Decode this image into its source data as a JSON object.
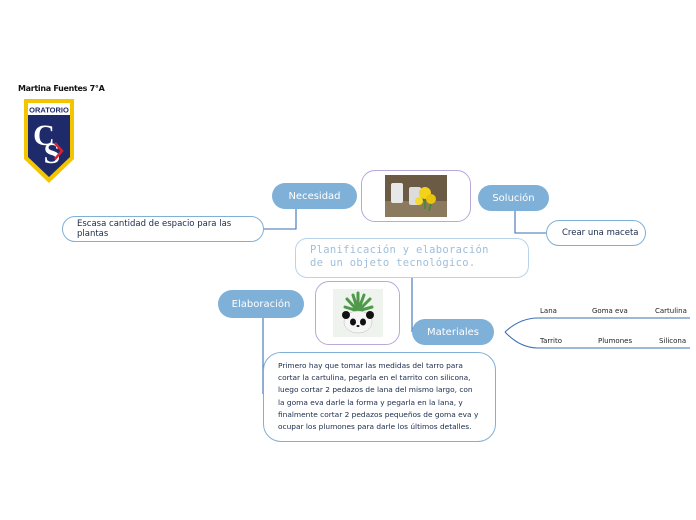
{
  "author": "Martina Fuentes 7°A",
  "logo": {
    "text": "ORATORIO",
    "letters": "CS"
  },
  "central": {
    "line1": "Planificación y elaboración",
    "line2": "de un objeto tecnológico."
  },
  "nodes": {
    "necesidad": "Necesidad",
    "necesidad_detail": "Escasa cantidad de espacio para las plantas",
    "solucion": "Solución",
    "solucion_detail": "Crear una maceta",
    "elaboracion": "Elaboración",
    "elaboracion_detail": "Primero hay que tomar las medidas del tarro para cortar la cartulina, pegarla en el tarrito con silicona, luego cortar 2 pedazos de lana del mismo largo, con la goma eva darle la forma y pegarla en la lana, y finalmente cortar 2 pedazos pequeños de goma eva y ocupar los plumones para darle los últimos detalles.",
    "materiales": "Materiales"
  },
  "materials": [
    "Lana",
    "Goma eva",
    "Cartulina",
    "Tarrito",
    "Plumones",
    "Silicona"
  ],
  "colors": {
    "pill": "#7fb0d8",
    "line": "#3b6fb6",
    "central_text": "#9fbedb",
    "logo_blue": "#1f2a6b",
    "logo_yellow": "#f2c500",
    "logo_red": "#d9232e"
  }
}
